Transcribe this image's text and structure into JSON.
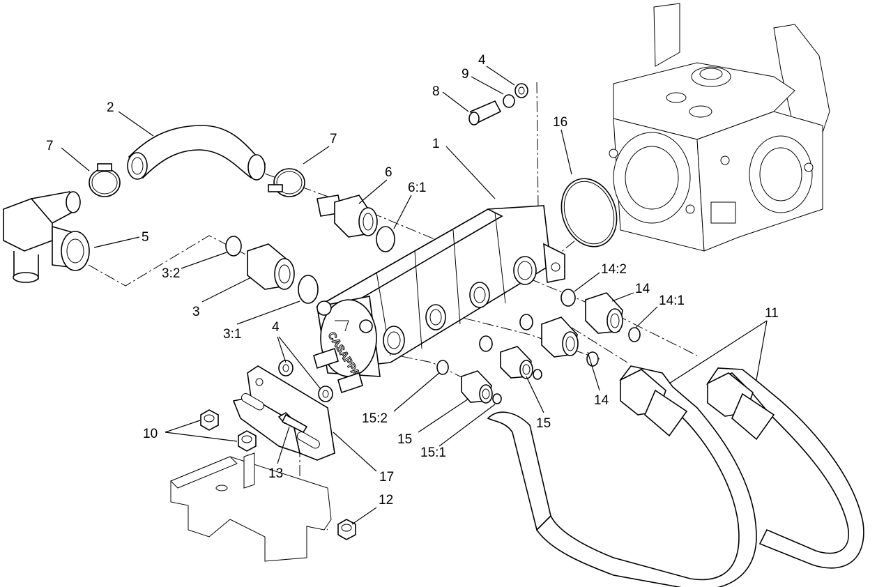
{
  "brand_text": "CASAPPA",
  "callouts": [
    {
      "id": "c-1",
      "text": "1"
    },
    {
      "id": "c-2",
      "text": "2"
    },
    {
      "id": "c-3",
      "text": "3"
    },
    {
      "id": "c-3-1",
      "text": "3:1"
    },
    {
      "id": "c-3-2",
      "text": "3:2"
    },
    {
      "id": "c-4a",
      "text": "4"
    },
    {
      "id": "c-4b",
      "text": "4"
    },
    {
      "id": "c-5",
      "text": "5"
    },
    {
      "id": "c-6",
      "text": "6"
    },
    {
      "id": "c-6-1",
      "text": "6:1"
    },
    {
      "id": "c-7a",
      "text": "7"
    },
    {
      "id": "c-7b",
      "text": "7"
    },
    {
      "id": "c-8",
      "text": "8"
    },
    {
      "id": "c-9",
      "text": "9"
    },
    {
      "id": "c-10",
      "text": "10"
    },
    {
      "id": "c-11",
      "text": "11"
    },
    {
      "id": "c-12",
      "text": "12"
    },
    {
      "id": "c-13",
      "text": "13"
    },
    {
      "id": "c-14a",
      "text": "14"
    },
    {
      "id": "c-14b",
      "text": "14"
    },
    {
      "id": "c-14-1",
      "text": "14:1"
    },
    {
      "id": "c-14-2",
      "text": "14:2"
    },
    {
      "id": "c-15a",
      "text": "15"
    },
    {
      "id": "c-15b",
      "text": "15"
    },
    {
      "id": "c-15-1",
      "text": "15:1"
    },
    {
      "id": "c-15-2",
      "text": "15:2"
    },
    {
      "id": "c-16",
      "text": "16"
    },
    {
      "id": "c-17",
      "text": "17"
    }
  ]
}
